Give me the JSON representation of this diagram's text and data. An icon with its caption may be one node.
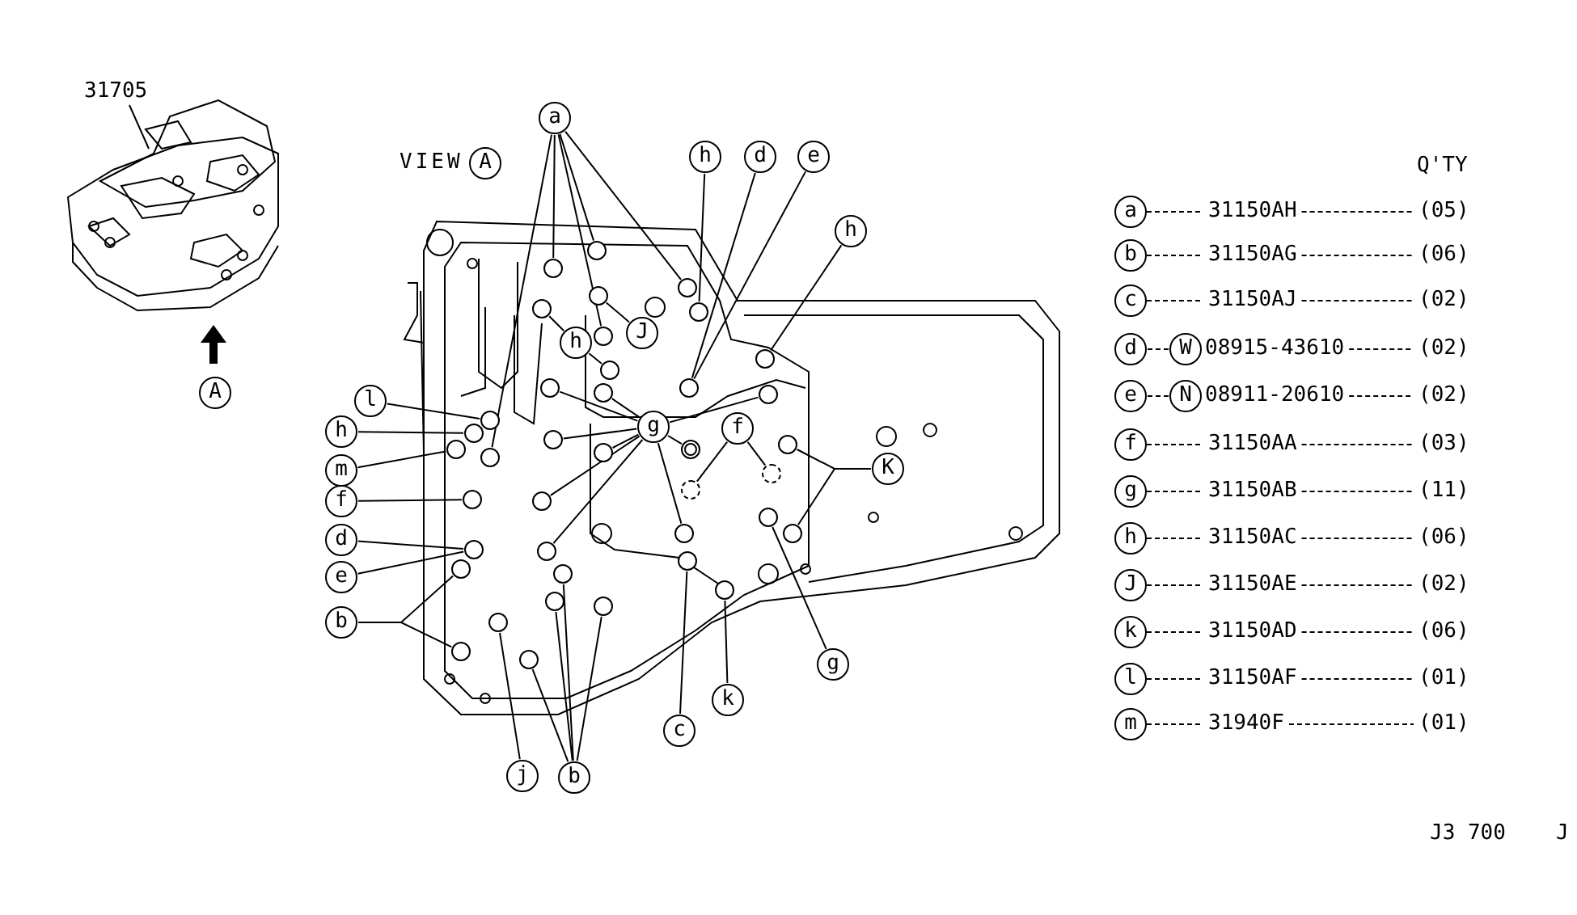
{
  "diagram": {
    "nodes": [
      {
        "text": [
          "31705"
        ]
      },
      {
        "text": [
          "A"
        ]
      },
      {
        "text": [
          "A"
        ],
        "beside": [
          "VIEW"
        ]
      },
      {
        "text": [
          "a"
        ]
      },
      {
        "text": [
          "h"
        ]
      },
      {
        "text": [
          "d"
        ]
      },
      {
        "text": [
          "e"
        ]
      },
      {
        "text": [
          "h"
        ]
      },
      {
        "text": [
          "J"
        ]
      },
      {
        "text": [
          "h"
        ]
      },
      {
        "text": [
          "l"
        ]
      },
      {
        "text": [
          "h"
        ]
      },
      {
        "text": [
          "m"
        ]
      },
      {
        "text": [
          "f"
        ]
      },
      {
        "text": [
          "d"
        ]
      },
      {
        "text": [
          "e"
        ]
      },
      {
        "text": [
          "g"
        ]
      },
      {
        "text": [
          "f"
        ]
      },
      {
        "text": [
          "b"
        ]
      },
      {
        "text": [
          "K"
        ]
      },
      {
        "text": [
          "g"
        ]
      },
      {
        "text": [
          "k"
        ]
      },
      {
        "text": [
          "c"
        ]
      },
      {
        "text": [
          "j"
        ]
      },
      {
        "text": [
          "b"
        ]
      },
      {
        "text": [
          "a"
        ]
      },
      {
        "text": [
          "b"
        ]
      },
      {
        "text": [
          "c"
        ]
      },
      {
        "text": [
          "d"
        ]
      },
      {
        "text": [
          "W"
        ]
      },
      {
        "text": [
          "e"
        ]
      },
      {
        "text": [
          "N"
        ]
      },
      {
        "text": [
          "f"
        ]
      },
      {
        "text": [
          "g"
        ]
      },
      {
        "text": [
          "h"
        ]
      },
      {
        "text": [
          "J"
        ]
      },
      {
        "text": [
          "k"
        ]
      },
      {
        "text": [
          "l"
        ]
      },
      {
        "text": [
          "m"
        ]
      },
      {
        "text": [],
        "shape": "circle"
      },
      {
        "text": [],
        "shape": "circle"
      },
      {
        "text": [],
        "shape": "circle"
      },
      {
        "text": [],
        "shape": "circle"
      },
      {
        "text": [],
        "shape": "circle"
      },
      {
        "text": [],
        "shape": "circle"
      },
      {
        "text": [],
        "shape": "circle"
      },
      {
        "text": [],
        "shape": "circle"
      },
      {
        "text": [],
        "shape": "circle"
      },
      {
        "text": [],
        "shape": "circle"
      },
      {
        "text": [],
        "shape": "circle"
      },
      {
        "text": [],
        "shape": "circle"
      },
      {
        "text": [],
        "shape": "circle"
      },
      {
        "text": [],
        "shape": "circle"
      },
      {
        "text": [],
        "shape": "circle"
      },
      {
        "text": [],
        "shape": "circle"
      },
      {
        "text": [],
        "shape": "circle"
      },
      {
        "text": [],
        "shape": "circle"
      },
      {
        "text": [],
        "shape": "circle"
      },
      {
        "text": [],
        "shape": "circle"
      },
      {
        "text": [],
        "shape": "circle"
      },
      {
        "text": [],
        "shape": "circle"
      },
      {
        "text": [],
        "shape": "circle"
      },
      {
        "text": [],
        "shape": "circle"
      },
      {
        "text": [],
        "shape": "circle"
      },
      {
        "text": [],
        "shape": "circle"
      },
      {
        "text": [],
        "shape": "circle"
      },
      {
        "text": [],
        "shape": "circle"
      },
      {
        "text": [],
        "shape": "circle"
      },
      {
        "text": [],
        "shape": "circle"
      },
      {
        "text": [],
        "shape": "circle"
      },
      {
        "text": [],
        "shape": "circle"
      },
      {
        "text": [],
        "shape": "circle"
      },
      {
        "text": [],
        "shape": "circle"
      },
      {
        "text": [],
        "shape": "circle"
      },
      {
        "text": [],
        "shape": "circle"
      },
      {
        "text": [],
        "shape": "circle"
      },
      {
        "text": [],
        "shape": "circle"
      },
      {
        "text": [],
        "shape": "circle"
      }
    ],
    "edges": [
      {
        "from": 0,
        "to": null,
        "arrow": "none"
      },
      {
        "from": 3,
        "to": 39,
        "arrow": "none"
      },
      {
        "from": 3,
        "to": 40,
        "arrow": "none"
      },
      {
        "from": 3,
        "to": 41,
        "arrow": "none"
      },
      {
        "from": 3,
        "to": 42,
        "arrow": "none"
      },
      {
        "from": 3,
        "to": 43,
        "arrow": "none"
      },
      {
        "from": 4,
        "to": 44,
        "arrow": "none"
      },
      {
        "from": 5,
        "to": 45,
        "arrow": "none"
      },
      {
        "from": 6,
        "to": 45,
        "arrow": "none"
      },
      {
        "from": 7,
        "to": 46,
        "arrow": "none"
      },
      {
        "from": 8,
        "to": 47,
        "arrow": "none"
      },
      {
        "from": 9,
        "to": 48,
        "arrow": "none"
      },
      {
        "from": 9,
        "to": 49,
        "arrow": "none"
      },
      {
        "from": 10,
        "to": 50,
        "arrow": "none"
      },
      {
        "from": 11,
        "to": 51,
        "arrow": "none"
      },
      {
        "from": 12,
        "to": 52,
        "arrow": "none"
      },
      {
        "from": 13,
        "to": 53,
        "arrow": "none"
      },
      {
        "from": 14,
        "to": 54,
        "arrow": "none"
      },
      {
        "from": 15,
        "to": 54,
        "arrow": "none"
      },
      {
        "from": 16,
        "to": 55,
        "arrow": "none"
      },
      {
        "from": 16,
        "to": 56,
        "arrow": "none"
      },
      {
        "from": 16,
        "to": 57,
        "arrow": "none"
      },
      {
        "from": 16,
        "to": 58,
        "arrow": "none"
      },
      {
        "from": 16,
        "to": 59,
        "arrow": "none"
      },
      {
        "from": 16,
        "to": 60,
        "arrow": "none"
      },
      {
        "from": 16,
        "to": 61,
        "arrow": "none"
      },
      {
        "from": 16,
        "to": 62,
        "arrow": "none"
      },
      {
        "from": 16,
        "to": 63,
        "arrow": "none"
      },
      {
        "from": 17,
        "to": 64,
        "arrow": "none"
      },
      {
        "from": 17,
        "to": 65,
        "arrow": "none"
      },
      {
        "from": 18,
        "to": 66,
        "arrow": "none"
      },
      {
        "from": 18,
        "to": 67,
        "arrow": "none"
      },
      {
        "from": 19,
        "to": 68,
        "arrow": "none"
      },
      {
        "from": 19,
        "to": 69,
        "arrow": "none"
      },
      {
        "from": 20,
        "to": 70,
        "arrow": "none"
      },
      {
        "from": 21,
        "to": 71,
        "arrow": "none"
      },
      {
        "from": 22,
        "to": 72,
        "arrow": "none"
      },
      {
        "from": 23,
        "to": 73,
        "arrow": "none"
      },
      {
        "from": 24,
        "to": 74,
        "arrow": "none"
      },
      {
        "from": 24,
        "to": 75,
        "arrow": "none"
      },
      {
        "from": 24,
        "to": 76,
        "arrow": "none"
      },
      {
        "from": 24,
        "to": 77,
        "arrow": "none"
      },
      {
        "from": 28,
        "to": 29,
        "arrow": "none",
        "style": "dashed"
      },
      {
        "from": 30,
        "to": 31,
        "arrow": "none",
        "style": "dashed"
      }
    ],
    "labels": [
      "Q'TY",
      "31150AH",
      "(05)",
      "31150AG",
      "(06)",
      "31150AJ",
      "(02)",
      "08915-43610",
      "(02)",
      "08911-20610",
      "(02)",
      "31150AA",
      "(03)",
      "31150AB",
      "(11)",
      "31150AC",
      "(06)",
      "31150AE",
      "(02)",
      "31150AD",
      "(06)",
      "31150AF",
      "(01)",
      "31940F",
      "(01)",
      "J3 700",
      "J"
    ]
  }
}
